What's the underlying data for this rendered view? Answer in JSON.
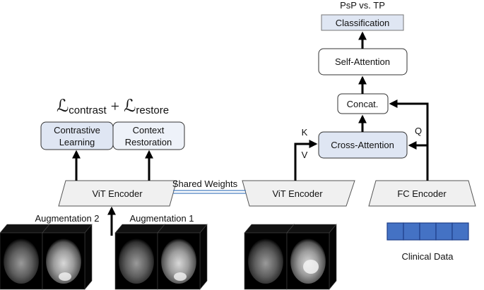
{
  "top_label": "PsP vs. TP",
  "blocks": {
    "classification": "Classification",
    "self_attention": "Self-Attention",
    "concat": "Concat.",
    "cross_attention": "Cross-Attention",
    "contrastive_line1": "Contrastive",
    "contrastive_line2": "Learning",
    "context_line1": "Context",
    "context_line2": "Restoration",
    "vit_encoder_left": "ViT Encoder",
    "vit_encoder_right": "ViT Encoder",
    "fc_encoder": "FC Encoder"
  },
  "loss": {
    "script_l": "ℒ",
    "contrast_sub": "contrast",
    "plus": "+",
    "restore_sub": "restore"
  },
  "labels": {
    "shared_weights": "Shared Weights",
    "augmentation_2": "Augmentation 2",
    "augmentation_1": "Augmentation 1",
    "clinical_data": "Clinical Data",
    "k": "K",
    "v": "V",
    "q": "Q"
  },
  "colors": {
    "block_fill": "#dfe6f3",
    "block_fill_light": "#eef2f9",
    "encoder_fill": "#f0f0f0",
    "shared_line": "#4a7fc1",
    "clinical_fill": "#4472c4",
    "clinical_stroke": "#1f3f8a"
  },
  "clinical_cells": 5
}
